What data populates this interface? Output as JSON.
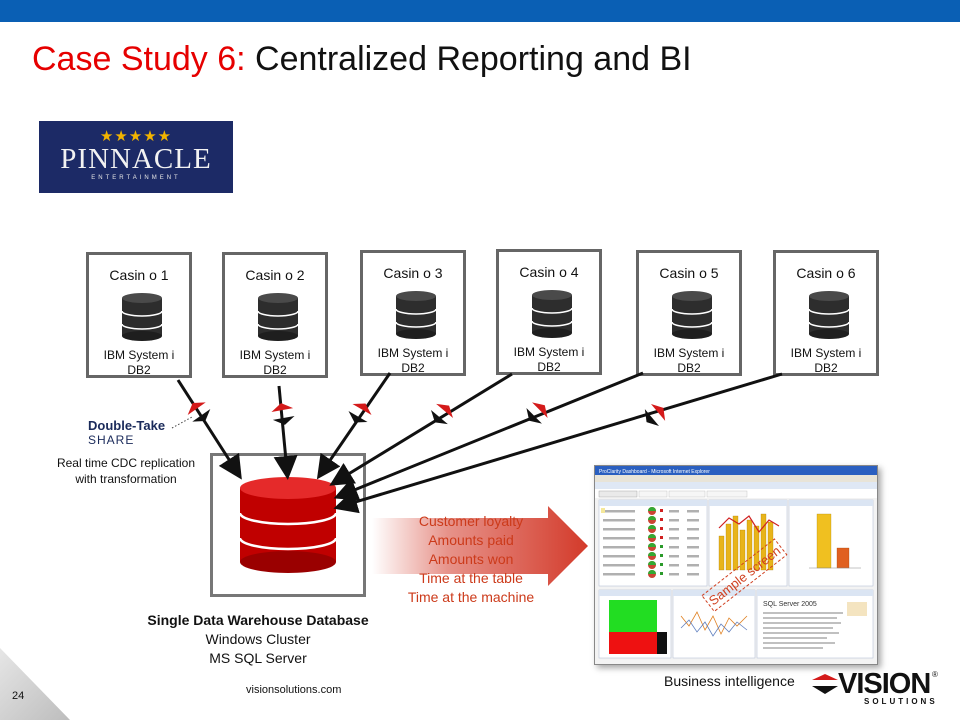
{
  "title": {
    "prefix": "Case Study 6:",
    "main": "Centralized Reporting and BI"
  },
  "logo": {
    "stars": "★★★★★",
    "name": "PINNACLE",
    "sub": "ENTERTAINMENT"
  },
  "casinos": [
    {
      "name": "Casin o 1",
      "line1": "IBM System i",
      "line2": "DB2"
    },
    {
      "name": "Casin o 2",
      "line1": "IBM System i",
      "line2": "DB2"
    },
    {
      "name": "Casin o 3",
      "line1": "IBM System i",
      "line2": "DB2"
    },
    {
      "name": "Casin o 4",
      "line1": "IBM System i",
      "line2": "DB2"
    },
    {
      "name": "Casin o 5",
      "line1": "IBM System i",
      "line2": "DB2"
    },
    {
      "name": "Casin o 6",
      "line1": "IBM System i",
      "line2": "DB2"
    }
  ],
  "doubletake": {
    "logo_top": "Double-Take",
    "logo_bottom": "SHARE",
    "caption_line1": "Real time CDC replication",
    "caption_line2": "with transformation"
  },
  "metrics": [
    "Customer loyalty",
    "Amounts paid",
    "Amounts won",
    "Time at the table",
    "Time at the machine"
  ],
  "warehouse": {
    "label": "Single Data Warehouse Database",
    "line2": "Windows Cluster",
    "line3": "MS SQL Server"
  },
  "screenshot": {
    "stamp": "Sample screen",
    "window_title": "ProClarity Dashboard - Microsoft Internet Explorer",
    "panel_title": "SQL Server 2005"
  },
  "bi_label": "Business intelligence",
  "vision_logo": {
    "name": "VISION",
    "sub": "SOLUTIONS",
    "reg": "®"
  },
  "page_number": "24",
  "url": "visionsolutions.com",
  "colors": {
    "topbar": "#0a5fb4",
    "title_red": "#e60000",
    "db_red": "#cc0000",
    "metrics_text": "#cc3a1a"
  }
}
